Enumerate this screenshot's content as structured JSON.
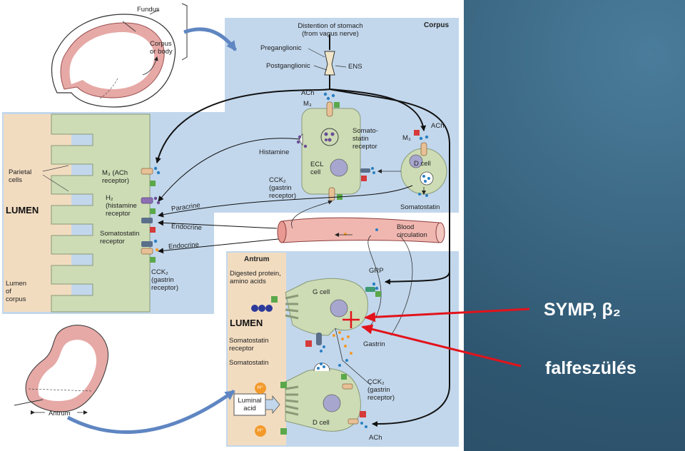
{
  "slide": {
    "annotations": {
      "symp": "SYMP, β₂",
      "stretch": "falfeszülés"
    },
    "colors": {
      "background": "#2f5670",
      "arrow": "#e2131b",
      "panel": "#c2d7ec",
      "cell": "#cddcb5",
      "lumen": "#f2dcc0"
    }
  },
  "figure": {
    "stomach_top": {
      "fundus": "Fundus",
      "corpus": "Corpus\nor body"
    },
    "stomach_bottom": {
      "antrum": "Antrum"
    },
    "corpus": {
      "title": "Corpus",
      "distention": "Distention of stomach\n(from vagus nerve)",
      "preganglionic": "Preganglionic",
      "postganglionic": "Postganglionic",
      "ens": "ENS",
      "ach_top": "ACh",
      "m3_top": "M₃",
      "somatostatin_receptor": "Somato-\nstatin\nreceptor",
      "histamine": "Histamine",
      "ecl_cell": "ECL\ncell",
      "cck2": "CCK₂\n(gastrin\nreceptor)",
      "d_cell": "D cell",
      "ach_d": "ACh",
      "m3_d": "M₃",
      "somatostatin": "Somatostatin",
      "parietal_cells": "Parietal\ncells",
      "lumen_label": "LUMEN",
      "lumen_of_corpus": "Lumen\nof\ncorpus",
      "m3_receptor": "M₃ (ACh\nreceptor)",
      "h2_receptor": "H₂\n(histamine\nreceptor",
      "somatostatin_receptor_parietal": "Somatostatin\nreceptor",
      "cck2_parietal": "CCK₂\n(gastrin\nreceptor)",
      "paracrine": "Paracrine",
      "endocrine_1": "Endocrine",
      "endocrine_2": "Endocrine",
      "blood_circulation": "Blood\ncirculation"
    },
    "antrum": {
      "title": "Antrum",
      "digested": "Digested protein,\namino acids",
      "g_cell": "G cell",
      "grp": "GRP",
      "lumen_label": "LUMEN",
      "somatostatin_receptor": "Somatostatin\nreceptor",
      "gastrin": "Gastrin",
      "somatostatin": "Somatostatin",
      "cck2": "CCK₂\n(gastrin\nreceptor)",
      "luminal_acid": "Luminal\nacid",
      "h_plus": "H⁺",
      "d_cell": "D cell",
      "ach": "ACh"
    }
  }
}
